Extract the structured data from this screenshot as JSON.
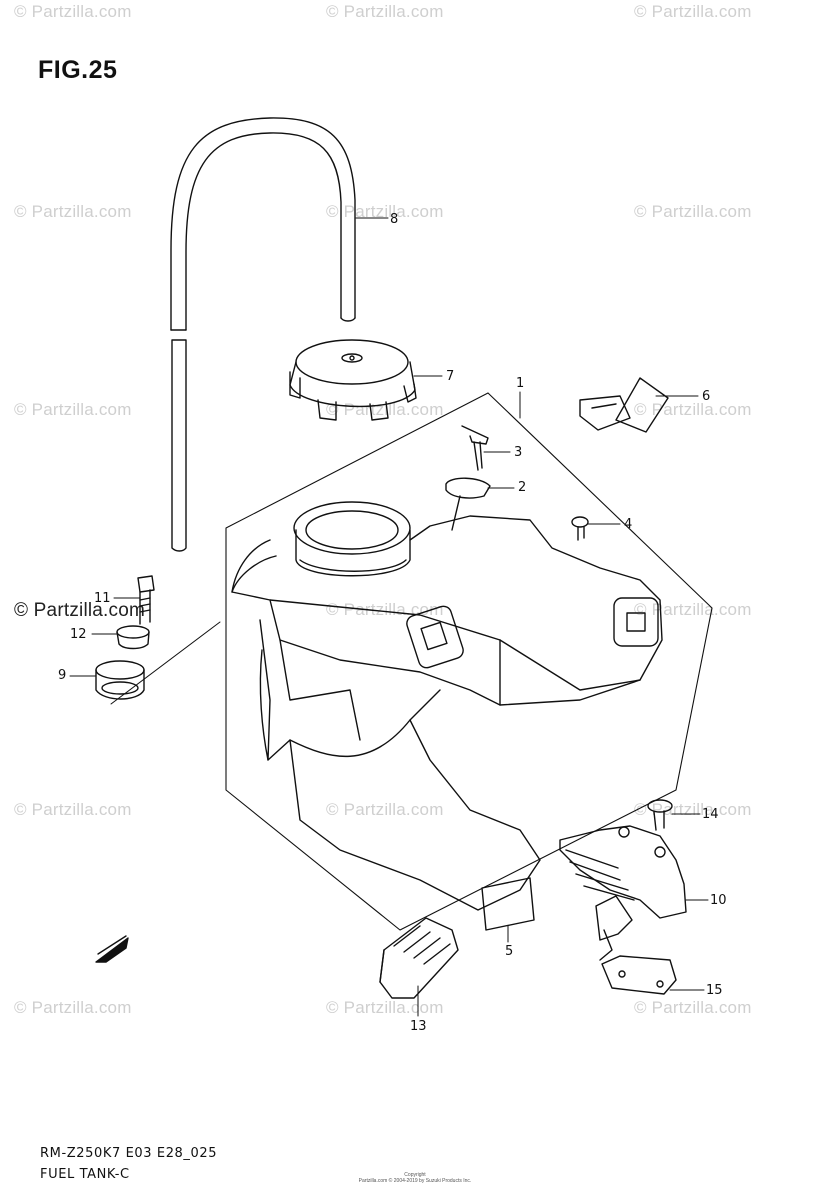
{
  "figure": {
    "title": "FIG.25",
    "model_code": "RM-Z250K7 E03 E28_025",
    "name": "FUEL TANK-C",
    "copyright_line1": "Copyright",
    "copyright_line2": "Partzilla.com © 2004-2019 by Suzuki Products Inc."
  },
  "watermarks": {
    "text": "© Partzilla.com",
    "strong_text": "© Partzilla.com"
  },
  "callouts": {
    "c1": "1",
    "c2": "2",
    "c3": "3",
    "c4": "4",
    "c5": "5",
    "c6": "6",
    "c7": "7",
    "c8": "8",
    "c9": "9",
    "c10": "10",
    "c11": "11",
    "c12": "12",
    "c13": "13",
    "c14": "14",
    "c15": "15"
  },
  "direction_marker": "FWD",
  "colors": {
    "line": "#111111",
    "watermark": "#cfcfcf"
  }
}
